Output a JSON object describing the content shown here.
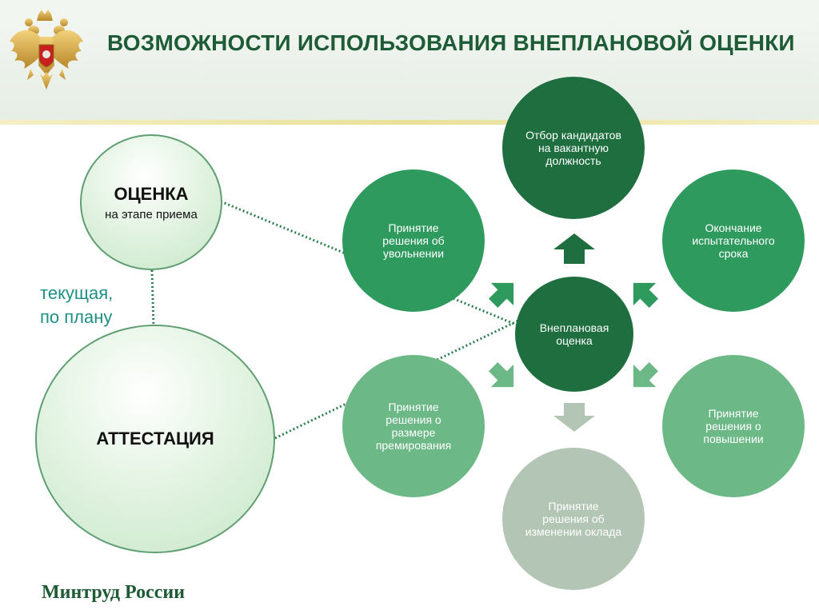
{
  "title": "ВОЗМОЖНОСТИ ИСПОЛЬЗОВАНИЯ ВНЕПЛАНОВОЙ  ОЦЕНКИ",
  "emblem": {
    "icon": "double-headed-eagle-emblem-icon"
  },
  "left": {
    "assessment_title": "ОЦЕНКА",
    "assessment_subtitle": "на этапе приема",
    "note_line1": "текущая,",
    "note_line2": "по плану",
    "attestation": "АТТЕСТАЦИЯ"
  },
  "center": {
    "label": "Внеплановая оценка"
  },
  "satellites": {
    "top": "Отбор кандидатов на вакантную должность",
    "top_right": "Окончание испытательного срока",
    "bottom_right": "Принятие решения о повышении",
    "bottom": "Принятие решения об изменении оклада",
    "bottom_left": "Принятие решения о размере премирования",
    "top_left": "Принятие решения об увольнении"
  },
  "colors": {
    "title": "#1d5c36",
    "dark_green": "#1e6e3f",
    "medium_green": "#2f9a5e",
    "light_green": "#6db887",
    "gray_green": "#b3c5b4",
    "note": "#1f8f86"
  },
  "footer": "Минтруд России"
}
